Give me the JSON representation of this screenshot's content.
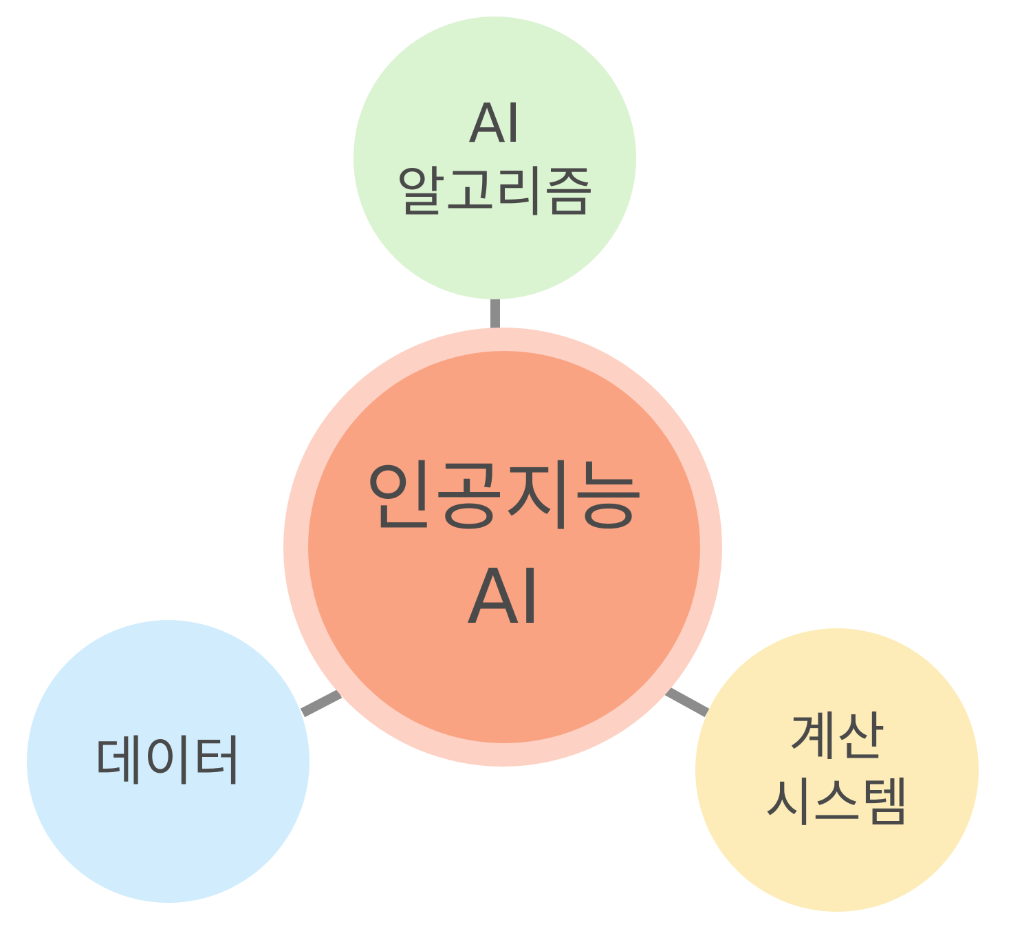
{
  "colors": {
    "background": "#ffffff",
    "connector": "#8c8c8c",
    "text": "#4a4a4a",
    "center_ring": "#fdd1c3",
    "center_fill": "#f9a383",
    "top_fill": "#daf3d0",
    "left_fill": "#d1edfd",
    "right_fill": "#fdecb8"
  },
  "diagram": {
    "center": {
      "lines": [
        "인공지능",
        "AI"
      ]
    },
    "top": {
      "lines": [
        "AI",
        "알고리즘"
      ]
    },
    "left": {
      "lines": [
        "데이터"
      ]
    },
    "right": {
      "lines": [
        "계산",
        "시스템"
      ]
    }
  }
}
